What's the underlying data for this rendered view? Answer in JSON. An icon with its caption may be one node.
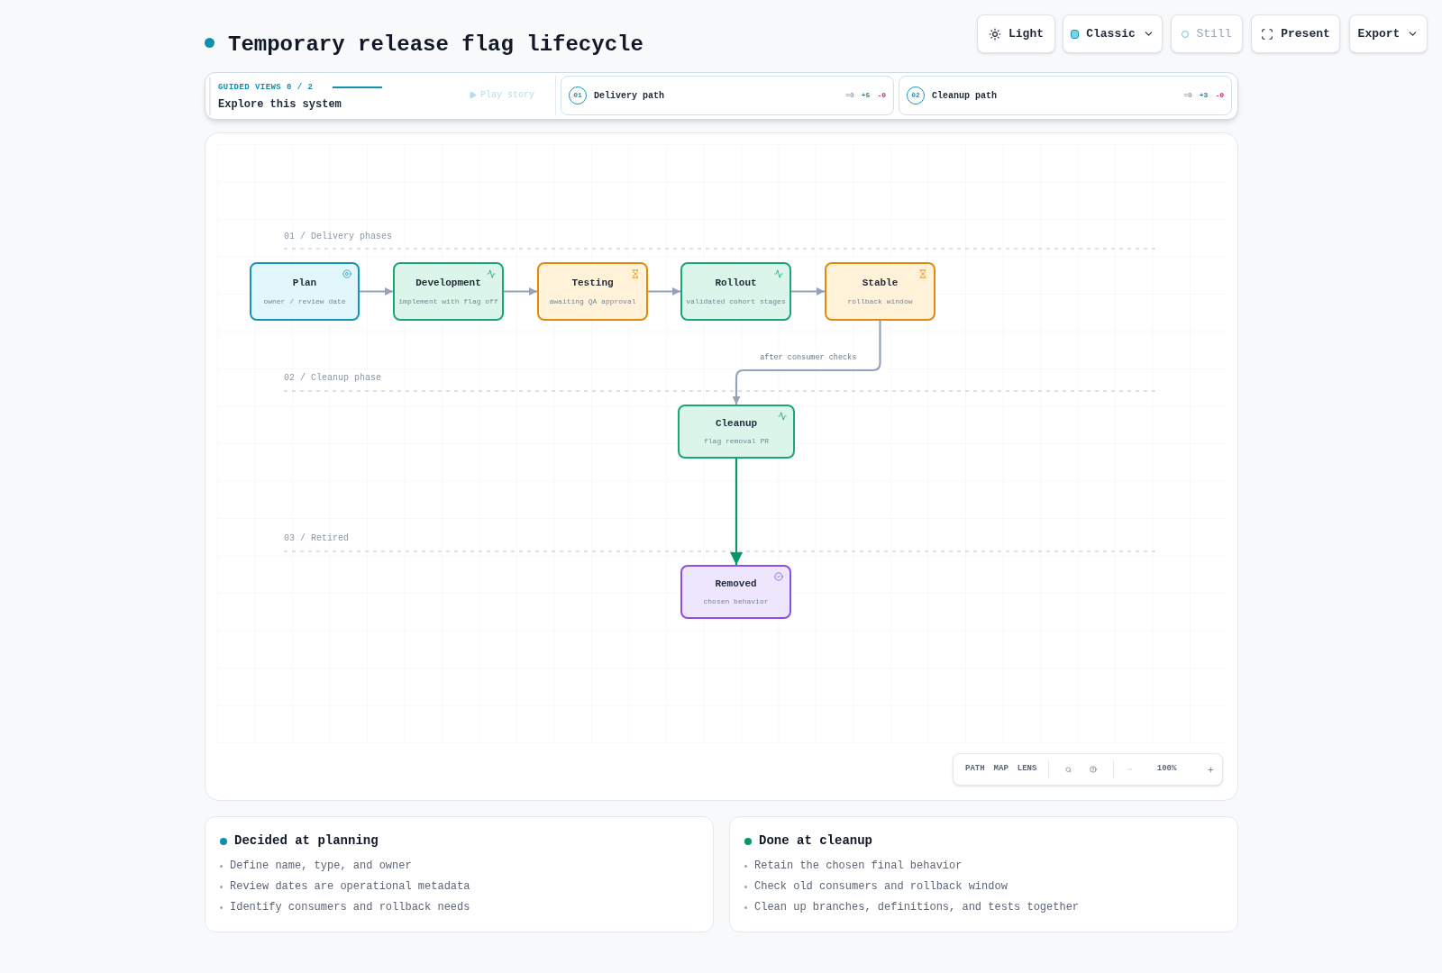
{
  "diagram": {
    "title": "Temporary release flag lifecycle",
    "nodes": [
      {
        "text": [
          "Plan",
          "owner / review date"
        ]
      },
      {
        "text": [
          "Development",
          "implement with flag off"
        ]
      },
      {
        "text": [
          "Testing",
          "awaiting QA approval"
        ]
      },
      {
        "text": [
          "Rollout",
          "validated cohort stages"
        ]
      },
      {
        "text": [
          "Stable",
          "rollback window"
        ]
      },
      {
        "text": [
          "Cleanup",
          "flag removal PR"
        ]
      },
      {
        "text": [
          "Removed",
          "chosen behavior"
        ]
      }
    ],
    "edges": [
      {
        "from": 0,
        "to": 1,
        "arrow": "to"
      },
      {
        "from": 1,
        "to": 2,
        "arrow": "to"
      },
      {
        "from": 2,
        "to": 3,
        "arrow": "to"
      },
      {
        "from": 3,
        "to": 4,
        "arrow": "to"
      },
      {
        "from": 4,
        "to": 5,
        "arrow": "to",
        "label": "after consumer checks"
      },
      {
        "from": 5,
        "to": 6,
        "arrow": "to",
        "color": "#059669"
      }
    ],
    "labels": [
      "Light",
      "Classic",
      "Still",
      "Present",
      "Export",
      "GUIDED VIEWS 0 / 2",
      "Explore this system",
      "Play story",
      "01",
      "Delivery path",
      "=0",
      "+5",
      "-0",
      "02",
      "Cleanup path",
      "=0",
      "+3",
      "-0",
      "01 / Delivery phases",
      "02 / Cleanup phase",
      "03 / Retired",
      "PATH",
      "MAP",
      "LENS",
      "100%",
      "Decided at planning",
      "Define name, type, and owner",
      "Review dates are operational metadata",
      "Identify consumers and rollback needs",
      "Done at cleanup",
      "Retain the chosen final behavior",
      "Check old consumers and rollback window",
      "Clean up branches, definitions, and tests together"
    ]
  }
}
